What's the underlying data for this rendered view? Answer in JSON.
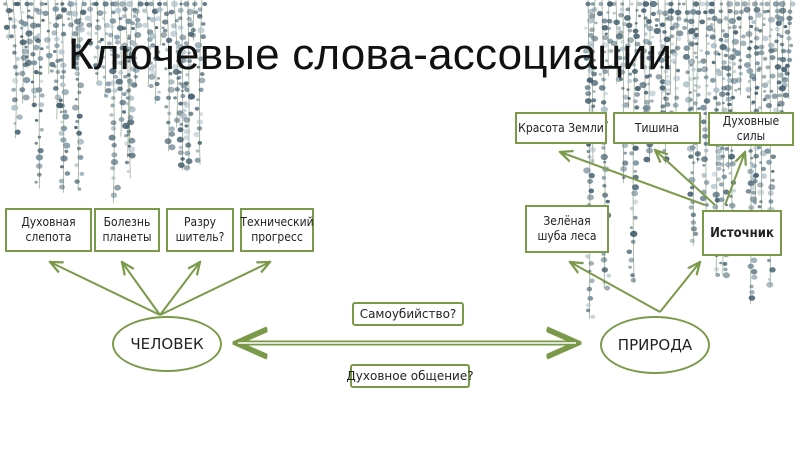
{
  "title": "Ключевые слова-ассоциации",
  "colors": {
    "border": "#7a9a4a",
    "arrow": "#7a9a4a",
    "foliage": "#3e5a6a",
    "stem": "#4a6a3a"
  },
  "nodes": {
    "human": "ЧЕЛОВЕК",
    "nature": "ПРИРОДА",
    "spiritual_blindness": "Духовная\nслепота",
    "planet_disease": "Болезнь\nпланеты",
    "destroyer": "Разру\nшитель?",
    "tech_progress": "Технический\nпрогресс",
    "green_coat": "Зелёная\nшуба леса",
    "source": "Источник",
    "earth_beauty": "Красота Земли",
    "silence": "Тишина",
    "spiritual_forces": "Духовные\nсилы",
    "suicide": "Самоубийство?",
    "spiritual_communion": "Духовное общение?"
  }
}
